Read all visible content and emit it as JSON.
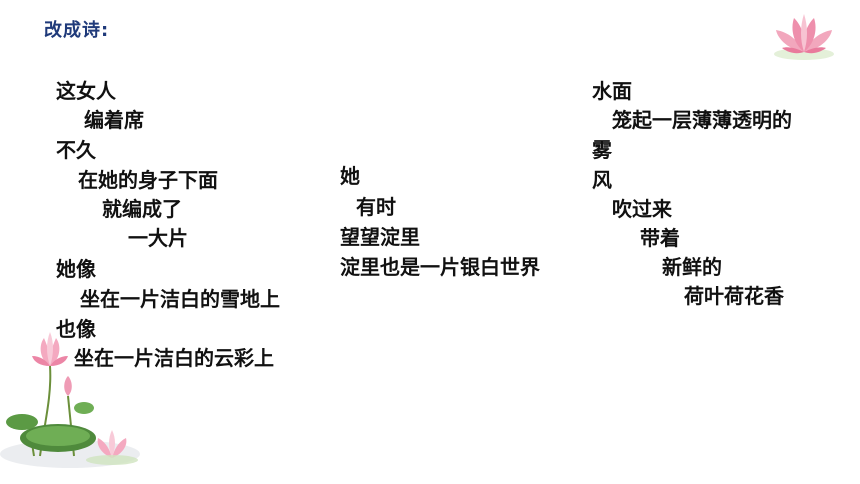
{
  "slide": {
    "title": "改成诗:",
    "col1": [
      "这女人",
      "编着席",
      "不久",
      "在她的身子下面",
      "就编成了",
      "一大片",
      "她像",
      "坐在一片洁白的雪地上",
      "也像",
      "坐在一片洁白的云彩上"
    ],
    "col2": [
      "她",
      "有时",
      "望望淀里",
      "淀里也是一片银白世界"
    ],
    "col3": [
      "水面",
      "笼起一层薄薄透明的",
      "雾",
      "风",
      "吹过来",
      "带着",
      "新鲜的",
      "荷叶荷花香"
    ]
  },
  "decor": {
    "top_right": "lotus-flower-icon",
    "bottom_left": "lotus-pond-icon"
  }
}
